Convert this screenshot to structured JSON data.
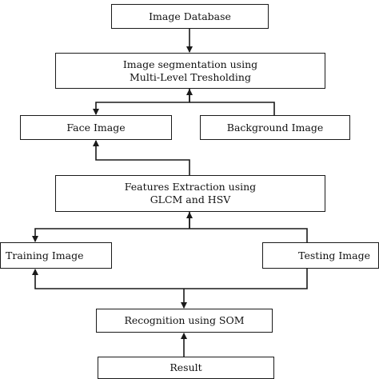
{
  "nodes": {
    "image_database": "Image Database",
    "segmentation": "Image segmentation using\nMulti-Level Tresholding",
    "face_image": "Face Image",
    "background_image": "Background Image",
    "feature_extraction": "Features Extraction using\nGLCM and HSV",
    "training_image": "Training Image",
    "testing_image": "Testing Image",
    "recognition": "Recognition using SOM",
    "result": "Result"
  },
  "colors": {
    "stroke": "#1a1a1a",
    "background": "#ffffff"
  }
}
